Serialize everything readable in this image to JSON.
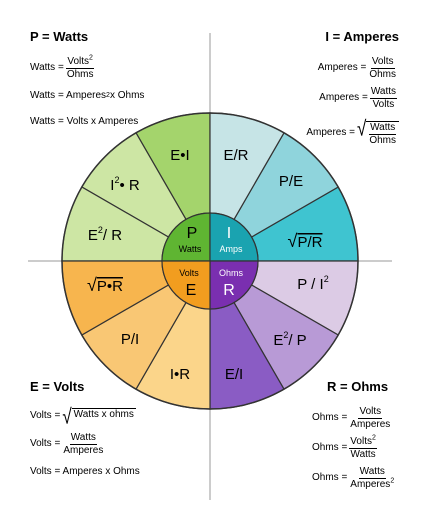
{
  "segment_labels": {
    "ei": "E•I",
    "i2r_base": "I",
    "i2r_exp": "2",
    "i2r_end": "• R",
    "e2r_base": "E",
    "e2r_exp": "2",
    "e2r_end": "/ R",
    "er": "E/R",
    "pe": "P/E",
    "sqrt_pr": "P/R",
    "pi2_base": "P / I",
    "pi2_exp": "2",
    "e2p_base": "E",
    "e2p_exp": "2",
    "e2p_end": "/ P",
    "ei2": "E/I",
    "ir": "I•R",
    "pi": "P/I",
    "sqrt_pr2": "P•R"
  },
  "hub": {
    "p_letter": "P",
    "p_word": "Watts",
    "i_letter": "I",
    "i_word": "Amps",
    "e_letter": "E",
    "e_word": "Volts",
    "r_letter": "R",
    "r_word": "Ohms"
  },
  "watts": {
    "heading": "P = Watts",
    "f1_lhs": "Watts =",
    "f1_num": "Volts",
    "f1_num_exp": "2",
    "f1_den": "Ohms",
    "f2_pre": "Watts = Amperes",
    "f2_exp": "2",
    "f2_post": "x Ohms",
    "f3": "Watts = Volts x Amperes"
  },
  "amperes": {
    "heading": "I = Amperes",
    "f1_lhs": "Amperes =",
    "f1_num": "Volts",
    "f1_den": "Ohms",
    "f2_lhs": "Amperes =",
    "f2_num": "Watts",
    "f2_den": "Volts",
    "f3_lhs": "Amperes =",
    "f3_num": "Watts",
    "f3_den": "Ohms"
  },
  "volts": {
    "heading": "E = Volts",
    "f1_lhs": "Volts =",
    "f1_rad": "Watts x ohms",
    "f2_lhs": "Volts =",
    "f2_num": "Watts",
    "f2_den": "Amperes",
    "f3": "Volts =  Amperes x Ohms"
  },
  "ohms": {
    "heading": "R = Ohms",
    "f1_lhs": "Ohms =",
    "f1_num": "Volts",
    "f1_den": "Amperes",
    "f2_lhs": "Ohms =",
    "f2_num": "Volts",
    "f2_num_exp": "2",
    "f2_den": "Watts",
    "f3_lhs": "Ohms =",
    "f3_num": "Watts",
    "f3_den": "Amperes",
    "f3_den_exp": "2"
  },
  "colors": {
    "watts_light": "#cde6a4",
    "watts_mid": "#a4d46c",
    "watts_hub": "#5fb532",
    "amps_light": "#c6e4e6",
    "amps_mid": "#8fd4dc",
    "amps_strong": "#3fc4d0",
    "amps_hub": "#1aa3b0",
    "ohms_light": "#dccbe5",
    "ohms_mid": "#b89ad6",
    "ohms_strong": "#8a5cc4",
    "ohms_hub": "#7a2fb0",
    "volts_light": "#fbd58a",
    "volts_mid": "#f9c774",
    "volts_strong": "#f7b54e",
    "volts_hub": "#f29d1f"
  }
}
